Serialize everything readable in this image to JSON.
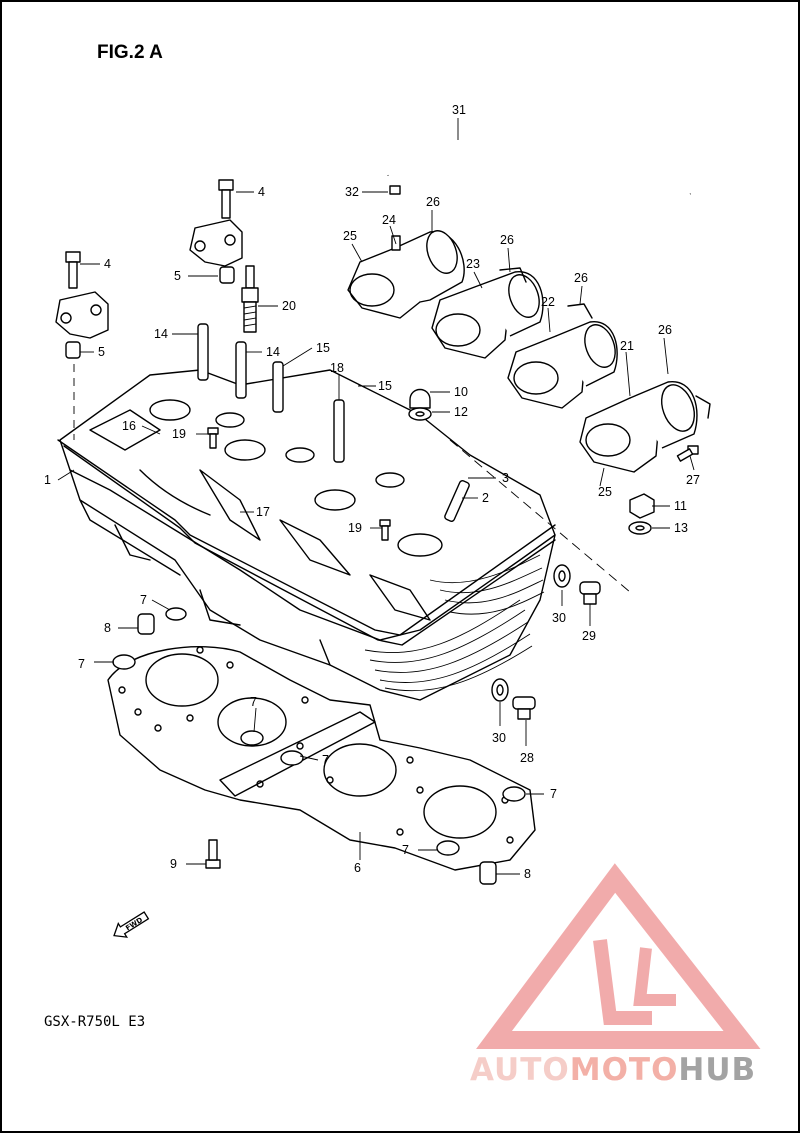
{
  "figure": {
    "title": "FIG.2 A",
    "model": "GSX-R750L  E3",
    "fwd_label": "FWD"
  },
  "watermark": {
    "part1": "AUTO",
    "part2": "MOTO",
    "part3": "HUB",
    "colors": {
      "triangle": "#f0a3a3",
      "text_light": "#f5c8c3",
      "text_mid": "#f2a89e",
      "text_dark": "#9a9a9a"
    }
  },
  "callouts": [
    {
      "id": "c-31",
      "label": "31"
    },
    {
      "id": "c-32",
      "label": "32"
    },
    {
      "id": "c-26a",
      "label": "26"
    },
    {
      "id": "c-24",
      "label": "24"
    },
    {
      "id": "c-25a",
      "label": "25"
    },
    {
      "id": "c-26b",
      "label": "26"
    },
    {
      "id": "c-23",
      "label": "23"
    },
    {
      "id": "c-26c",
      "label": "26"
    },
    {
      "id": "c-22",
      "label": "22"
    },
    {
      "id": "c-26d",
      "label": "26"
    },
    {
      "id": "c-21",
      "label": "21"
    },
    {
      "id": "c-25b",
      "label": "25"
    },
    {
      "id": "c-27",
      "label": "27"
    },
    {
      "id": "c-11",
      "label": "11"
    },
    {
      "id": "c-13",
      "label": "13"
    },
    {
      "id": "c-4a",
      "label": "4"
    },
    {
      "id": "c-4b",
      "label": "4"
    },
    {
      "id": "c-5a",
      "label": "5"
    },
    {
      "id": "c-20",
      "label": "20"
    },
    {
      "id": "c-14a",
      "label": "14"
    },
    {
      "id": "c-14b",
      "label": "14"
    },
    {
      "id": "c-15a",
      "label": "15"
    },
    {
      "id": "c-5b",
      "label": "5"
    },
    {
      "id": "c-18",
      "label": "18"
    },
    {
      "id": "c-15b",
      "label": "15"
    },
    {
      "id": "c-10",
      "label": "10"
    },
    {
      "id": "c-12",
      "label": "12"
    },
    {
      "id": "c-16",
      "label": "16"
    },
    {
      "id": "c-19a",
      "label": "19"
    },
    {
      "id": "c-1",
      "label": "1"
    },
    {
      "id": "c-3",
      "label": "3"
    },
    {
      "id": "c-2",
      "label": "2"
    },
    {
      "id": "c-17",
      "label": "17"
    },
    {
      "id": "c-19b",
      "label": "19"
    },
    {
      "id": "c-30a",
      "label": "30"
    },
    {
      "id": "c-29",
      "label": "29"
    },
    {
      "id": "c-7a",
      "label": "7"
    },
    {
      "id": "c-8a",
      "label": "8"
    },
    {
      "id": "c-7b",
      "label": "7"
    },
    {
      "id": "c-7c",
      "label": "7"
    },
    {
      "id": "c-7d",
      "label": "7"
    },
    {
      "id": "c-30b",
      "label": "30"
    },
    {
      "id": "c-28",
      "label": "28"
    },
    {
      "id": "c-7e",
      "label": "7"
    },
    {
      "id": "c-9",
      "label": "9"
    },
    {
      "id": "c-6",
      "label": "6"
    },
    {
      "id": "c-7f",
      "label": "7"
    },
    {
      "id": "c-8b",
      "label": "8"
    }
  ]
}
